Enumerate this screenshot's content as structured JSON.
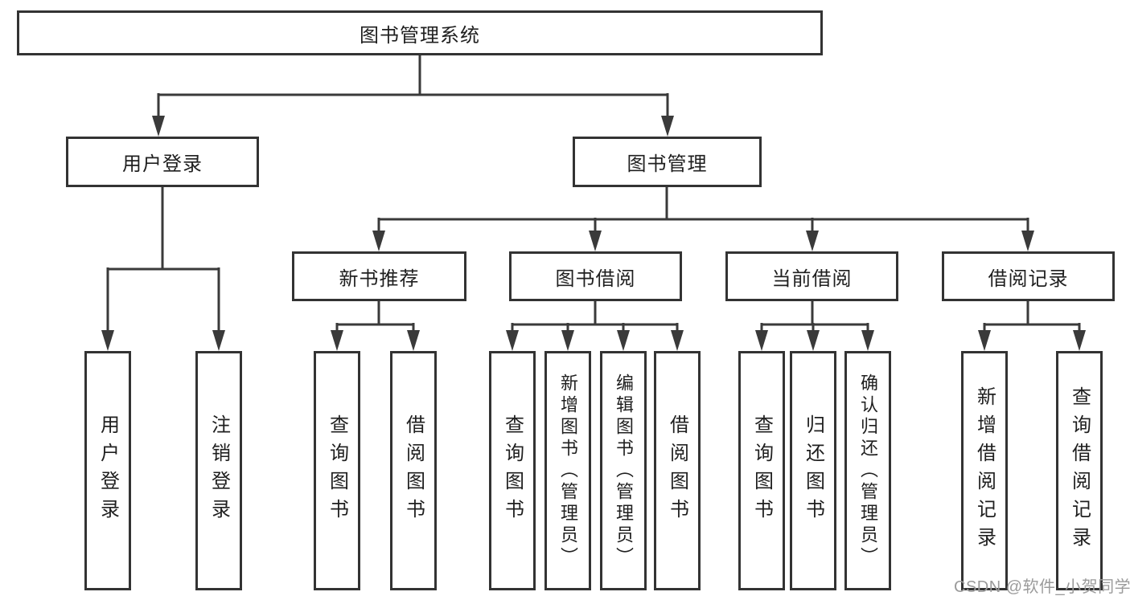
{
  "diagram": {
    "root": "图书管理系统",
    "branches": [
      {
        "label": "用户登录",
        "children": [
          "用户登录",
          "注销登录"
        ]
      },
      {
        "label": "图书管理",
        "groups": [
          {
            "label": "新书推荐",
            "children": [
              "查询图书",
              "借阅图书"
            ]
          },
          {
            "label": "图书借阅",
            "children": [
              "查询图书",
              "新增图书（管理员）",
              "编辑图书（管理员）",
              "借阅图书"
            ]
          },
          {
            "label": "当前借阅",
            "children": [
              "查询图书",
              "归还图书",
              "确认归还（管理员）"
            ]
          },
          {
            "label": "借阅记录",
            "children": [
              "新增借阅记录",
              "查询借阅记录"
            ]
          }
        ]
      }
    ]
  },
  "colors": {
    "line": "#3a3a3a",
    "border": "#333333",
    "text": "#1f1f1f",
    "watermark": "#9b9b9b"
  },
  "watermark": "CSDN @软件_小贺同学"
}
